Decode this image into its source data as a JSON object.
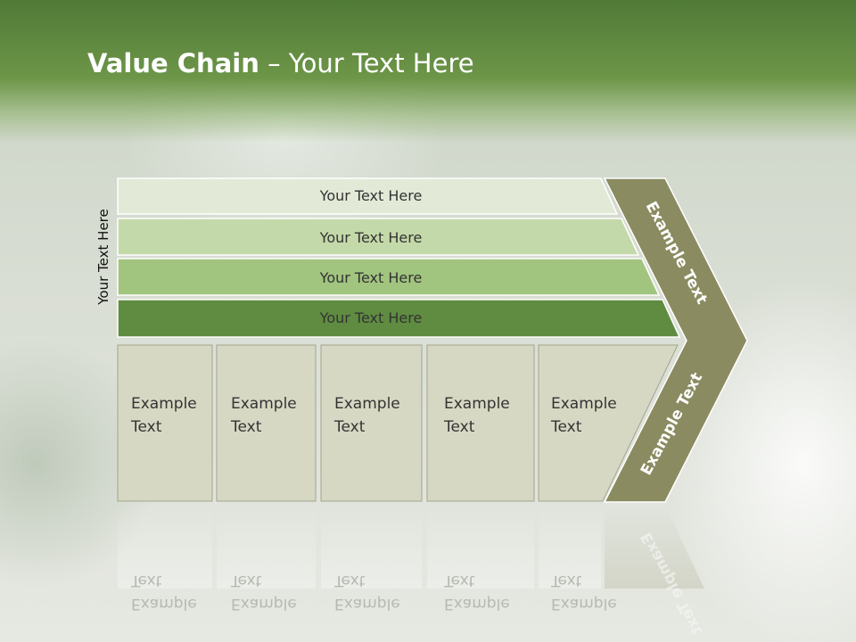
{
  "title": {
    "bold": "Value Chain",
    "rest": " – Your Text Here"
  },
  "vertical_label": "Your Text Here",
  "bars": [
    {
      "label": "Your Text Here",
      "color": "#e2ead7"
    },
    {
      "label": "Your Text Here",
      "color": "#c4d9a9"
    },
    {
      "label": "Your Text Here",
      "color": "#a1c47f"
    },
    {
      "label": "Your Text Here",
      "color": "#5f8c40"
    }
  ],
  "boxes": [
    {
      "line1": "Example",
      "line2": "Text"
    },
    {
      "line1": "Example",
      "line2": "Text"
    },
    {
      "line1": "Example",
      "line2": "Text"
    },
    {
      "line1": "Example",
      "line2": "Text"
    },
    {
      "line1": "Example",
      "line2": "Text"
    }
  ],
  "chevron": {
    "top_label": "Example Text",
    "bottom_label": "Example Text",
    "color": "#8a8b60"
  },
  "colors": {
    "header": "#5a8440",
    "box_fill": "#d7d8c3",
    "box_border": "#a2a38e"
  }
}
